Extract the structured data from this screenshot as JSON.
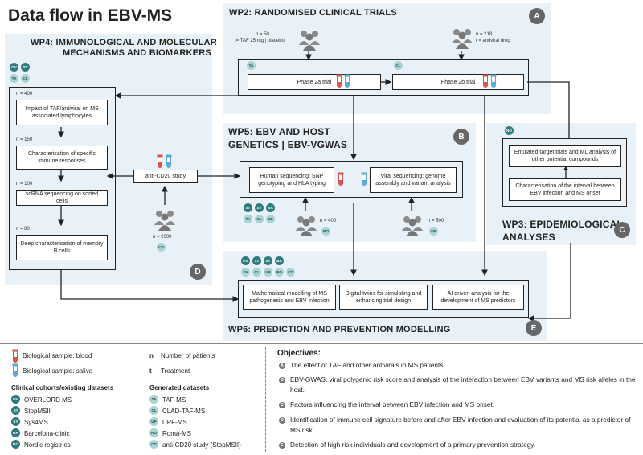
{
  "title": "Data flow in EBV-MS",
  "wp2": {
    "title": "WP2: RANDOMISED CLINICAL TRIALS",
    "letter": "A",
    "n1": "n = 50",
    "treat1": "t= TAF 25 mg | placebo",
    "n2": "n = 218",
    "treat2": "t = antiviral drug",
    "badge1": "TA",
    "badge2": "CL",
    "phase2a": "Phase 2a trial",
    "phase2b": "Phase 2b trial"
  },
  "wp4": {
    "title_line1": "WP4: IMMUNOLOGICAL AND MOLECULAR",
    "title_line2": "MECHANISMS AND BIOMARKERS",
    "letter": "D",
    "badges": [
      "OV",
      "ST",
      "TA",
      "CL"
    ],
    "n1": "n = 400",
    "box1": "Impact of TAF/antiviral on MS associated lymphocytes",
    "n2": "n = 150",
    "box2": "Characterisation of specific immune responses",
    "n3": "n = 100",
    "box3": "scRNA sequencing on sorted cells",
    "n4": "n = 80",
    "box4": "Deep characterisation of memory B cells",
    "anticd20": "anti-CD20 study",
    "n_cd": "n = 2000",
    "badge_cd": "CD"
  },
  "wp5": {
    "title_line1": "WP5: EBV AND HOST",
    "title_line2": "GENETICS | EBV-VGWAS",
    "letter": "B",
    "human": "Human sequencing: SNP genotyping and HLA typing",
    "viral": "Viral sequencing: genome assembly and variant analysis",
    "badges": [
      "ST",
      "SY",
      "BA",
      "TA",
      "CL",
      "CD"
    ],
    "n_ro": "n = 400",
    "badge_ro": "RO",
    "n_up": "n = 500",
    "badge_up": "UP"
  },
  "wp3": {
    "title_line1": "WP3: EPIDEMIOLOGICAL",
    "title_line2": "ANALYSES",
    "letter": "C",
    "badge": "NO",
    "box1": "Emulated target trials and ML analysis of other potential compounds",
    "box2": "Characterisation of the interval between EBV infection and MS onset"
  },
  "wp6": {
    "title": "WP6: PREDICTION AND PREVENTION MODELLING",
    "letter": "E",
    "badges": [
      "OV",
      "ST",
      "SY",
      "BA",
      "TA",
      "CL",
      "UP",
      "RO",
      "CD"
    ],
    "box1": "Mathematical modelling of MS pathogenesis and EBV infection",
    "box2": "Digital twins for simulating and enhancing trial design",
    "box3": "AI driven analysis for the development of MS predictors"
  },
  "legend": {
    "blood": "Biological sample: blood",
    "saliva": "Biological sample: saliva",
    "n_symbol": "n",
    "n_label": "Number of patients",
    "t_symbol": "t",
    "t_label": "Treatment",
    "clinical_title": "Clinical cohorts/existing datasets",
    "clinical": [
      {
        "badge": "OV",
        "label": "OVERLORD MS"
      },
      {
        "badge": "ST",
        "label": "StopMSII"
      },
      {
        "badge": "SY",
        "label": "Sys4MS"
      },
      {
        "badge": "BA",
        "label": "Barcelona-clinic"
      },
      {
        "badge": "NO",
        "label": "Nordic registries"
      }
    ],
    "generated_title": "Generated datasets",
    "generated": [
      {
        "badge": "TA",
        "label": "TAF-MS"
      },
      {
        "badge": "CL",
        "label": "CLAD-TAF-MS"
      },
      {
        "badge": "UP",
        "label": "UPF-MS"
      },
      {
        "badge": "RO",
        "label": "Roma-MS"
      },
      {
        "badge": "CD",
        "label": "anti-CD20 study (StopMSII)"
      }
    ]
  },
  "objectives": {
    "title": "Objectives:",
    "items": [
      {
        "badge": "A",
        "text": "The effect of TAF and other antivirals in MS patients."
      },
      {
        "badge": "B",
        "text": "EBV-GWAS: viral polygenic risk score and analysis of the interaction between EBV variants and MS risk alleles in the host."
      },
      {
        "badge": "C",
        "text": "Factors influencing the interval between EBV infection and MS onset."
      },
      {
        "badge": "D",
        "text": "Identification of immune cell signature before and after EBV infection and evaluation of its potential as a predictor of MS risk."
      },
      {
        "badge": "E",
        "text": "Detection of high risk individuals and development of a primary prevention strategy."
      }
    ]
  },
  "colors": {
    "panel": "#e7f1f7",
    "badge_dark": "#2f7b7f",
    "badge_light": "#a9d3d4",
    "blood": "#d9534f",
    "saliva": "#5aa9d6"
  }
}
